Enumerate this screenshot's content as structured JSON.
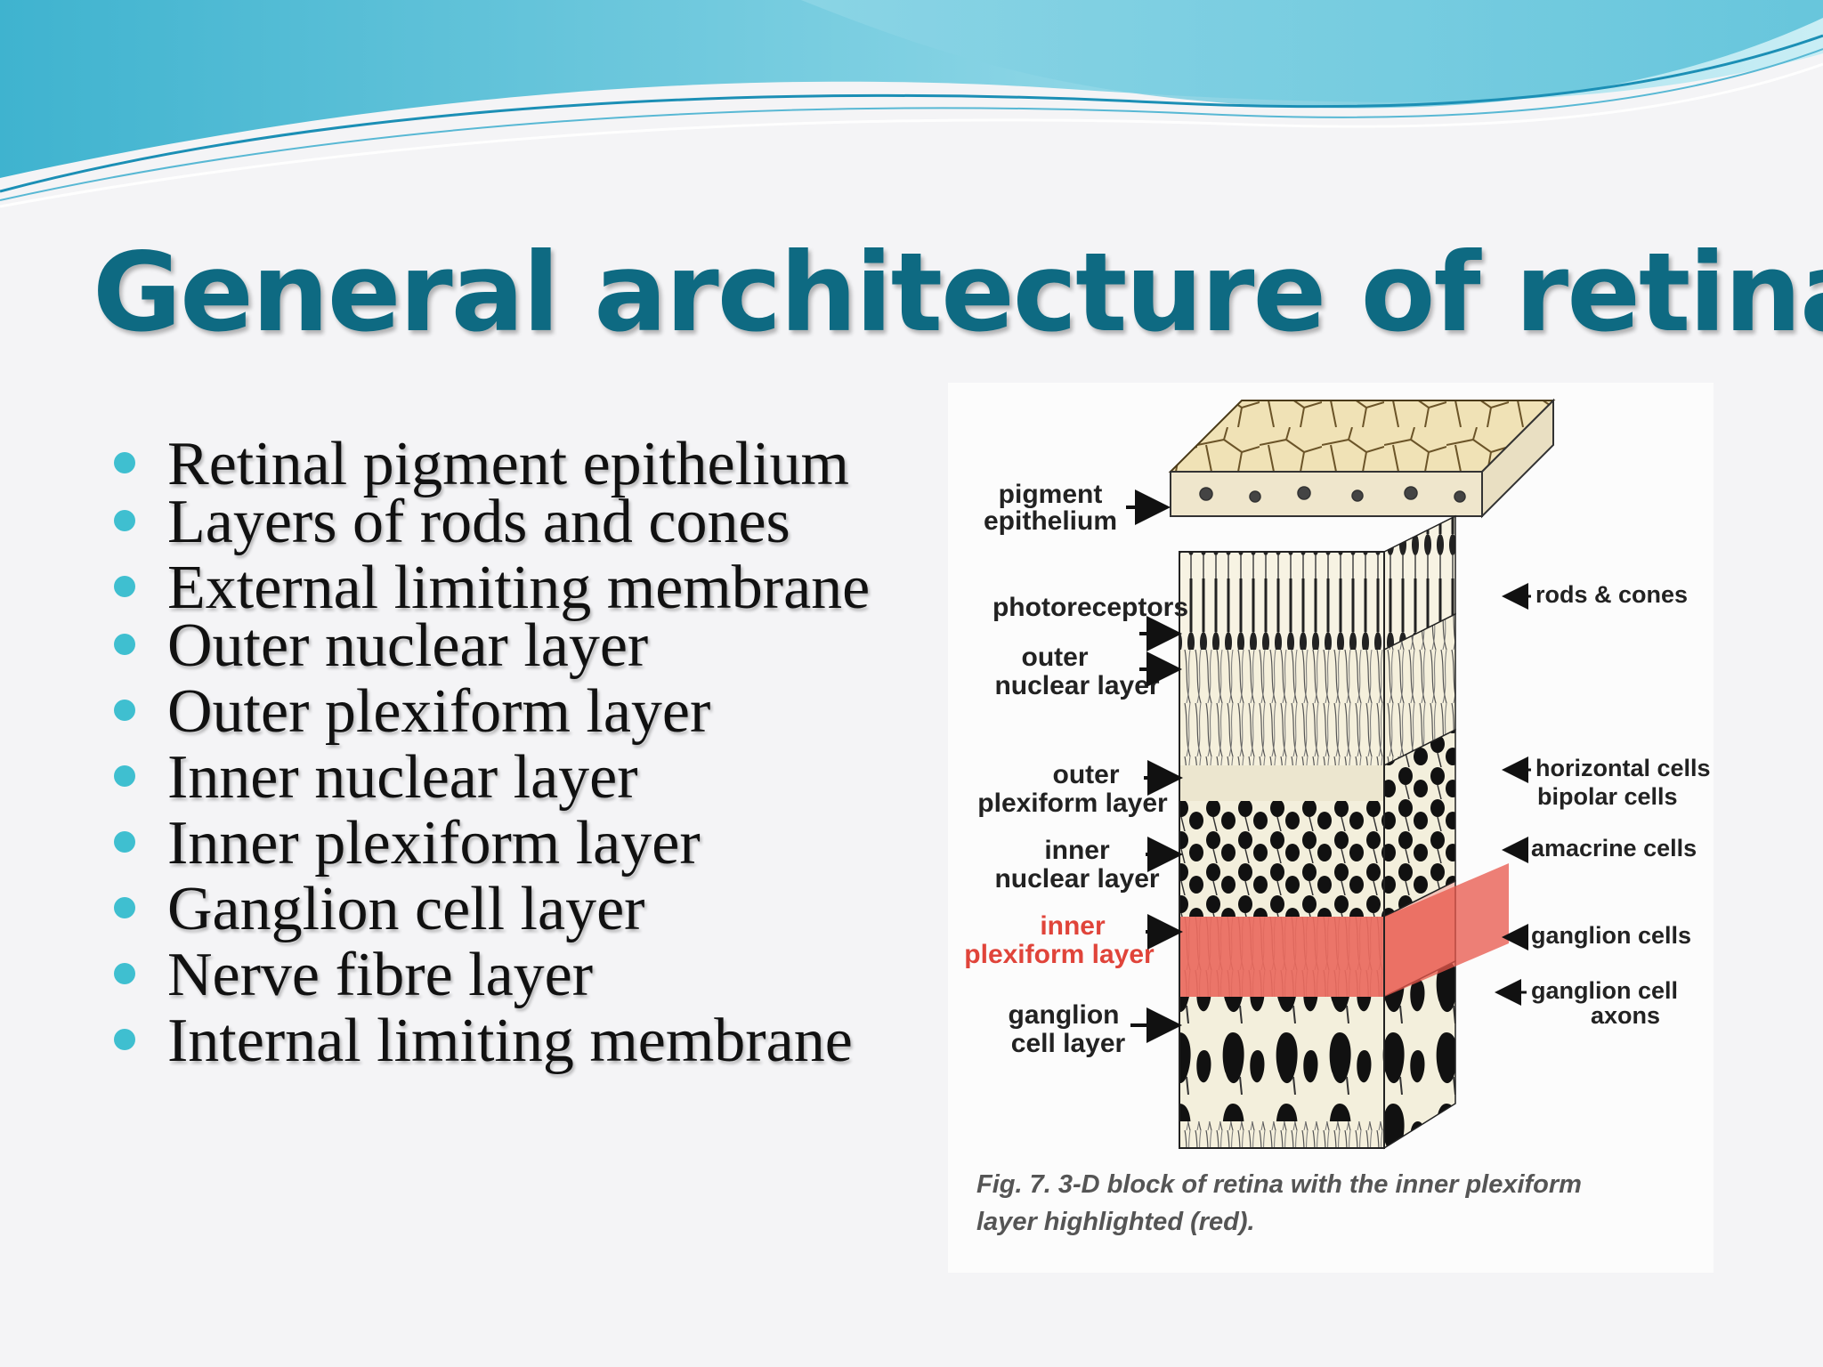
{
  "slide": {
    "title": "General architecture of retina",
    "bullets": [
      "Retinal pigment epithelium",
      "Layers of rods and cones",
      "External limiting membrane",
      "Outer nuclear layer",
      "Outer plexiform layer",
      "Inner nuclear layer",
      "Inner plexiform layer",
      "Ganglion cell layer",
      "Nerve fibre layer",
      "Internal limiting membrane"
    ]
  },
  "figure": {
    "left_labels": {
      "pigment_1": "pigment",
      "pigment_2": "epithelium",
      "photoreceptors": "photoreceptors",
      "onl_1": "outer",
      "onl_2": "nuclear layer",
      "opl_1": "outer",
      "opl_2": "plexiform layer",
      "inl_1": "inner",
      "inl_2": "nuclear layer",
      "ipl_1": "inner",
      "ipl_2": "plexiform layer",
      "gcl_1": "ganglion",
      "gcl_2": "cell layer"
    },
    "right_labels": {
      "rods_cones": "rods & cones",
      "horizontal": "horizontal cells",
      "bipolar": "bipolar cells",
      "amacrine": "amacrine cells",
      "ganglion_cells": "ganglion cells",
      "axons_1": "ganglion cell",
      "axons_2": "axons"
    },
    "caption_line1": "Fig. 7. 3-D block of retina with the inner plexiform",
    "caption_line2": "layer highlighted (red).",
    "highlight_color": "#e8564a"
  },
  "theme": {
    "title_color": "#0e6a82",
    "bullet_color": "#3fbfd0"
  }
}
